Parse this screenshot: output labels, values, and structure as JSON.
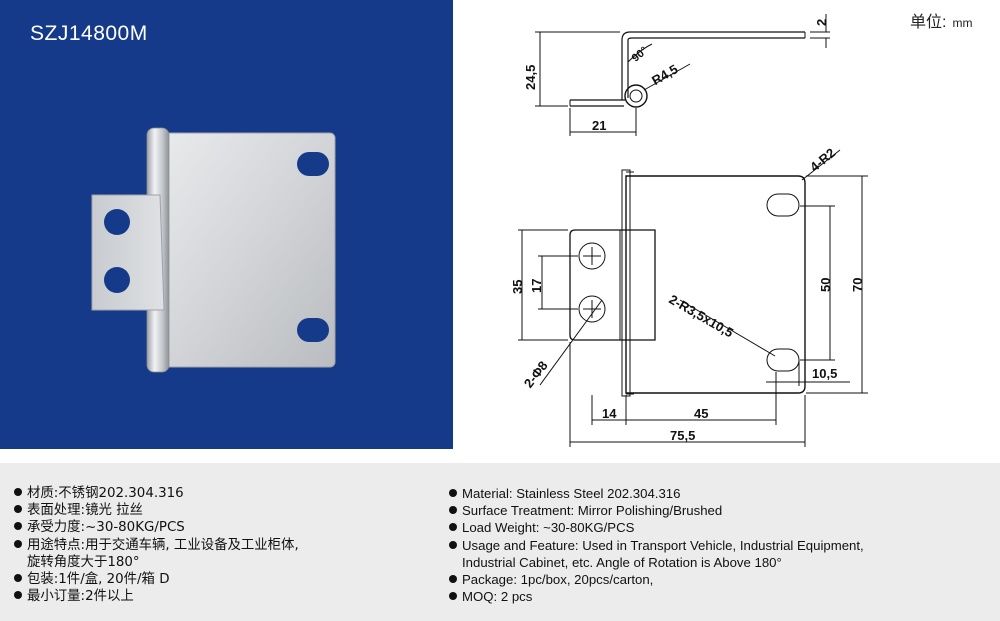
{
  "model_code": "SZJ14800M",
  "unit_label": "单位:",
  "unit_value": "mm",
  "dimensions": {
    "thickness": "2",
    "height_side": "24,5",
    "angle": "90°",
    "bend_radius": "R4,5",
    "flange_length": "21",
    "corner_radius": "4-R2",
    "left_height": "35",
    "hole_spacing_left": "17",
    "slot_spacing": "50",
    "total_height": "70",
    "slot_size": "2-R3,5x10,5",
    "hole_diameter": "2-Φ8",
    "slot_offset": "10,5",
    "left_offset": "14",
    "plate_span": "45",
    "total_width": "75,5"
  },
  "specs_cn": [
    {
      "text": "材质:不锈钢202.304.316"
    },
    {
      "text": "表面处理:镜光 拉丝"
    },
    {
      "text": "承受力度:~30-80KG/PCS"
    },
    {
      "text": "用途特点:用于交通车辆, 工业设备及工业柜体,",
      "cont": "旋转角度大于180°"
    },
    {
      "text": "包装:1件/盒, 20件/箱 D"
    },
    {
      "text": "最小订量:2件以上"
    }
  ],
  "specs_en": [
    {
      "text": "Material: Stainless Steel 202.304.316"
    },
    {
      "text": "Surface Treatment: Mirror Polishing/Brushed"
    },
    {
      "text": "Load Weight: ~30-80KG/PCS"
    },
    {
      "text": "Usage and Feature: Used in Transport Vehicle, Industrial Equipment,",
      "cont": "Industrial Cabinet, etc. Angle of Rotation is Above 180°"
    },
    {
      "text": "Package: 1pc/box, 20pcs/carton,"
    },
    {
      "text": "MOQ: 2 pcs"
    }
  ],
  "colors": {
    "panel_blue": "#153a8a",
    "spec_bg": "#ececec",
    "metal": "#d4d6d9"
  }
}
